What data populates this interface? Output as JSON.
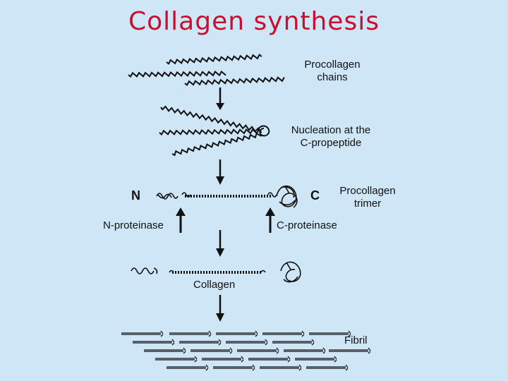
{
  "title": "Collagen synthesis",
  "labels": {
    "procollagen_chains": [
      "Procollagen",
      "chains"
    ],
    "nucleation": [
      "Nucleation at the",
      "C-propeptide"
    ],
    "n_terminus": "N",
    "c_terminus": "C",
    "procollagen_trimer": [
      "Procollagen",
      "trimer"
    ],
    "n_proteinase": "N-proteinase",
    "c_proteinase": "C-proteinase",
    "collagen": "Collagen",
    "fibril": "Fibril"
  },
  "colors": {
    "background": "#cfe6f7",
    "title": "#c8102e",
    "ink": "#111111"
  }
}
